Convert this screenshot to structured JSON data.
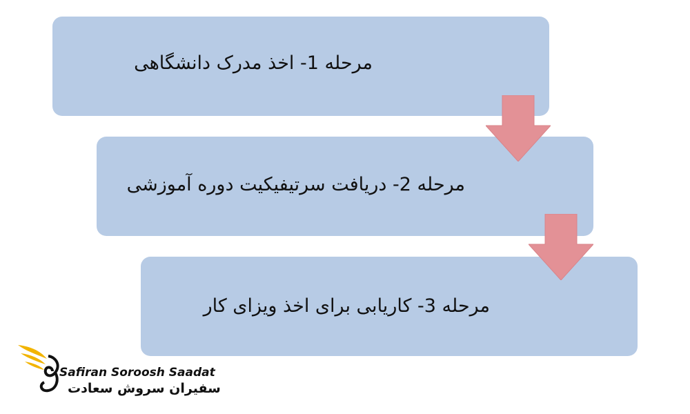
{
  "steps": [
    {
      "label": "مرحله 1- اخذ مدرک دانشگاهی"
    },
    {
      "label": "مرحله 2- دریافت سرتیفیکیت دوره آموزشی"
    },
    {
      "label": "مرحله 3- کاریابی برای اخذ ویزای کار"
    }
  ],
  "colors": {
    "box": "#b7cbe5",
    "arrow": "#e39196",
    "logo_gold": "#f2b400"
  },
  "logo": {
    "icon": "eagle-logo-icon",
    "english": "Safiran Soroosh Saadat",
    "persian": "سفیران سروش سعادت"
  }
}
